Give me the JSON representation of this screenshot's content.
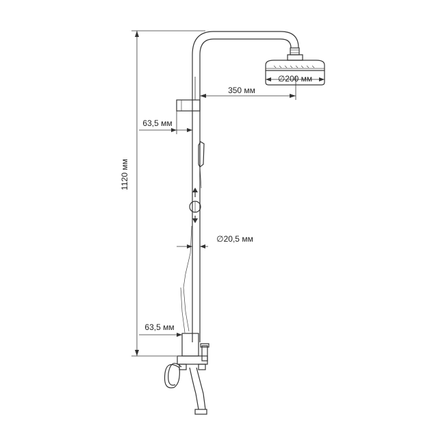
{
  "diagram": {
    "dimensions": {
      "total_height": "1120 мм",
      "arm_length": "350 мм",
      "head_diameter": "∅200 мм",
      "holder_offset": "63,5 мм",
      "pipe_diameter": "∅20,5 мм",
      "mixer_offset": "63,5 мм"
    }
  }
}
